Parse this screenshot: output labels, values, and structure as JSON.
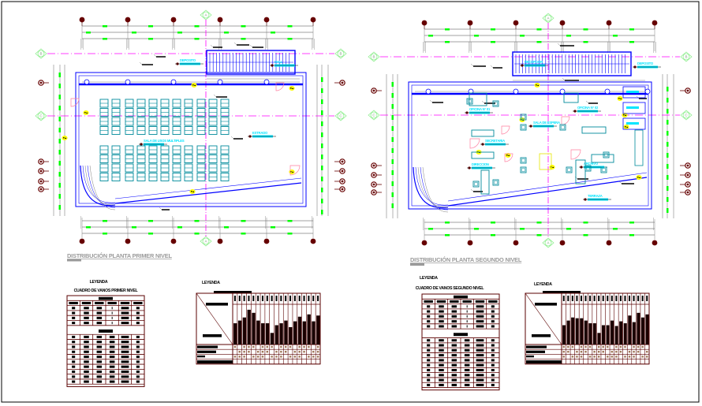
{
  "sheet": {
    "colors": {
      "wall": "#0000ff",
      "axis": "#ff00ff",
      "dim": "#808080",
      "dim_tag": "#00ff00",
      "marker": "#660000",
      "furniture": "#008b9b",
      "room_text": "#00e5ff",
      "grid_bubble": "#90ee90",
      "door": "#ff7f9f",
      "table_line": "#5a0000",
      "tag_fill": "#ffff00",
      "cell_mark": "#a0785a"
    }
  },
  "plans": [
    {
      "id": "primer-nivel",
      "title": "DISTRIBUCIÓN PLANTA PRIMER NIVEL",
      "axis_top_label": "A",
      "axis_bottom_label": "A",
      "axis_left_labels": [
        "B",
        "C"
      ],
      "axis_right_labels": [
        "B",
        "C"
      ],
      "rooms": [
        {
          "label": "SALA DE USOS MULTIPLES"
        },
        {
          "label": "ESTRADO"
        },
        {
          "label": "DEPOSITO"
        },
        {
          "label": "HALL"
        }
      ]
    },
    {
      "id": "segundo-nivel",
      "title": "DISTRIBUCIÓN PLANTA SEGUNDO NIVEL",
      "axis_top_label": "A",
      "axis_bottom_label": "A",
      "axis_left_labels": [
        "B",
        "C"
      ],
      "axis_right_labels": [
        "B",
        "C"
      ],
      "rooms": [
        {
          "label": "RECEPCION"
        },
        {
          "label": "OFICINA N° 01"
        },
        {
          "label": "OFICINA N° 02"
        },
        {
          "label": "SALA DE ESPERA"
        },
        {
          "label": "SECRETARIA"
        },
        {
          "label": "DIRECCION"
        },
        {
          "label": "ARCHIVO"
        },
        {
          "label": "TERRAZA"
        },
        {
          "label": "DEPOSITO"
        }
      ]
    }
  ],
  "legends": [
    {
      "id": "vanos-primer-nivel",
      "heading": "LEYENDA",
      "subheading": "CUADRO DE VANOS PRIMER NIVEL",
      "section_rows": [
        4,
        10
      ]
    },
    {
      "id": "leyenda-primer-nivel",
      "heading": "LEYENDA",
      "columns": 17,
      "bar_levels": [
        0.55,
        0.62,
        0.7,
        0.9,
        0.82,
        0.62,
        0.55,
        0.55,
        0.3,
        0.5,
        0.55,
        0.62,
        0.45,
        0.6,
        0.72,
        0.6,
        0.78,
        0.6,
        0.75
      ]
    },
    {
      "id": "vanos-segundo-nivel",
      "heading": "LEYENDA",
      "subheading": "CUADRO DE VANOS SEGUNDO NIVEL",
      "section_rows": [
        5,
        10
      ]
    },
    {
      "id": "leyenda-segundo-nivel",
      "heading": "LEYENDA",
      "columns": 17,
      "bar_levels": [
        0.5,
        0.62,
        0.7,
        0.68,
        0.68,
        0.62,
        0.55,
        0.55,
        0.3,
        0.5,
        0.5,
        0.62,
        0.48,
        0.6,
        0.55,
        0.75,
        0.58,
        0.82,
        0.7,
        0.78
      ]
    }
  ]
}
